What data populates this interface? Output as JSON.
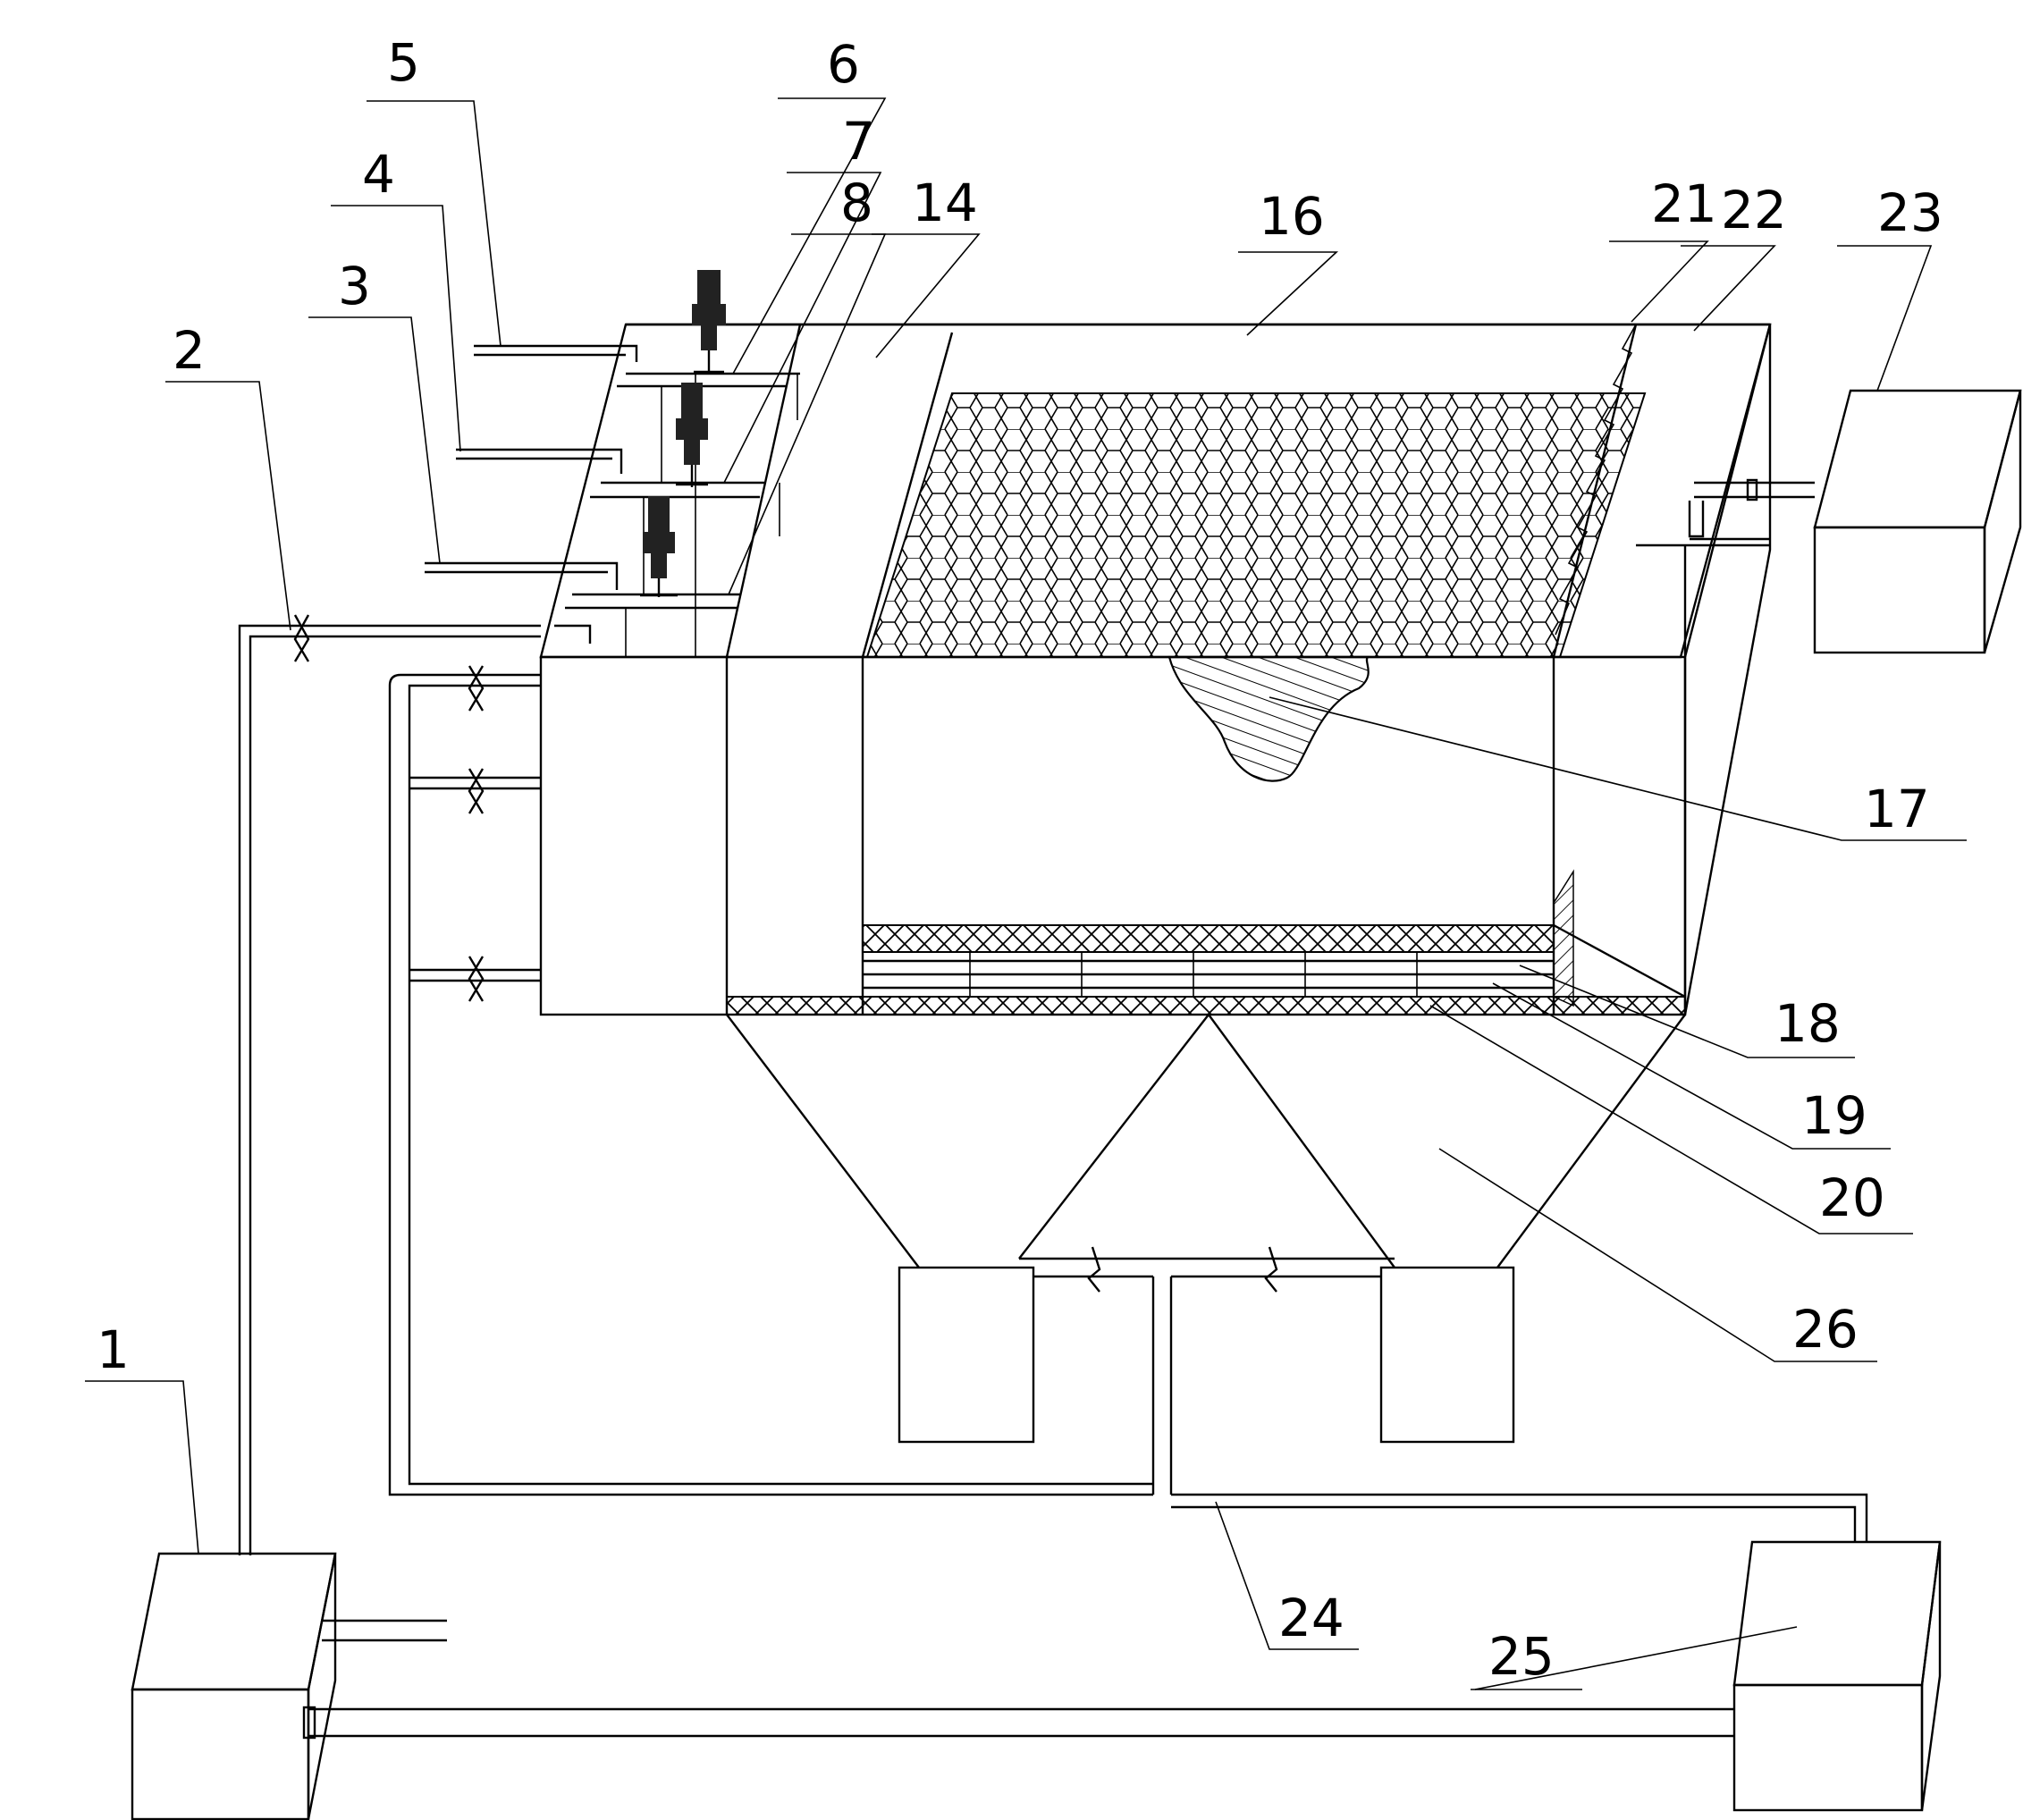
{
  "labels": {
    "n1": "1",
    "n2": "2",
    "n3": "3",
    "n4": "4",
    "n5": "5",
    "n6": "6",
    "n7": "7",
    "n8": "8",
    "n14": "14",
    "n16": "16",
    "n17": "17",
    "n18": "18",
    "n19": "19",
    "n20": "20",
    "n21": "21",
    "n22": "22",
    "n23": "23",
    "n24": "24",
    "n25": "25",
    "n26": "26"
  }
}
